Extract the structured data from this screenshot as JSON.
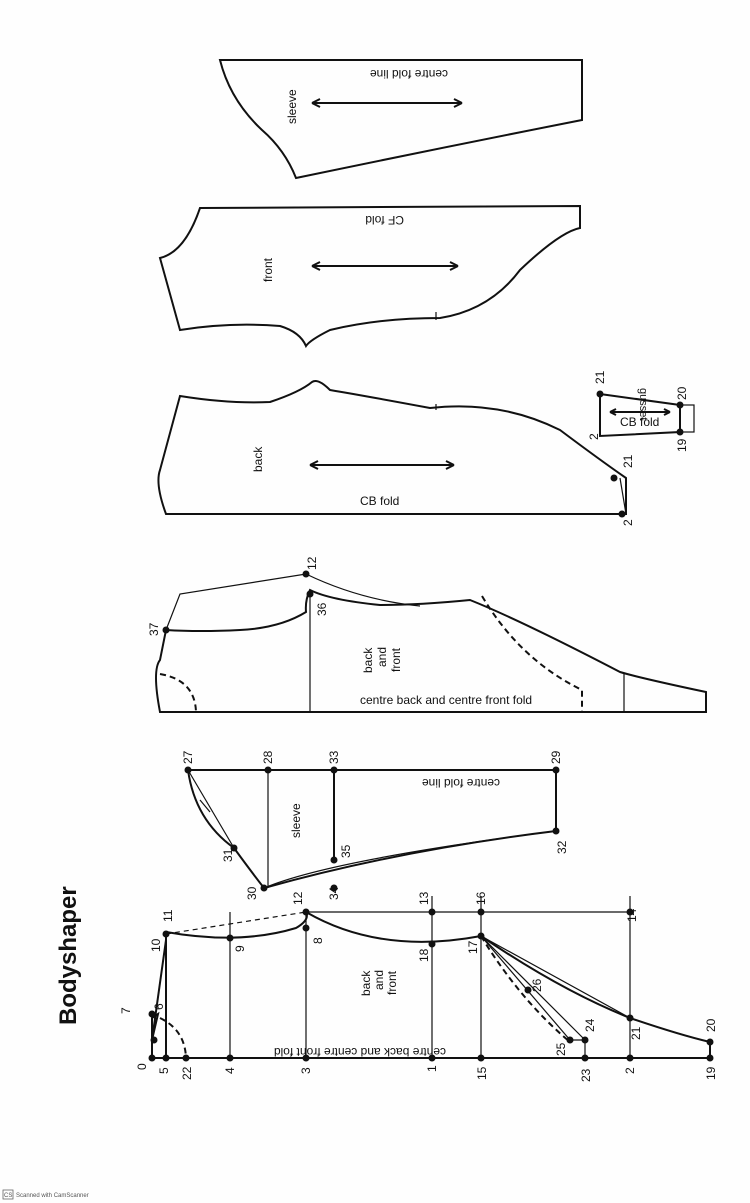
{
  "title": "Bodyshaper",
  "labels": {
    "centre_back_front_fold": "centre back and centre front fold",
    "back": "back",
    "and": "and",
    "front": "front",
    "sleeve": "sleeve",
    "centre_fold_line": "centre fold line",
    "cb_fold": "CB fold",
    "cf_fold": "CF fold",
    "gusset": "gusset",
    "centre_back_front_fold_2": "centre back and centre front fold"
  },
  "points": [
    "0",
    "5",
    "22",
    "4",
    "3",
    "1",
    "15",
    "23",
    "2",
    "19",
    "7",
    "6",
    "10",
    "11",
    "9",
    "12",
    "8",
    "13",
    "18",
    "16",
    "17",
    "14",
    "26",
    "25",
    "24",
    "21",
    "20",
    "27",
    "28",
    "33",
    "29",
    "31",
    "30",
    "34",
    "35",
    "32",
    "37",
    "36"
  ],
  "pattern_points": [
    "2",
    "21",
    "2",
    "21",
    "20",
    "19"
  ],
  "scanner_badge": "CS",
  "scanner_text": "Scanned with CamScanner"
}
